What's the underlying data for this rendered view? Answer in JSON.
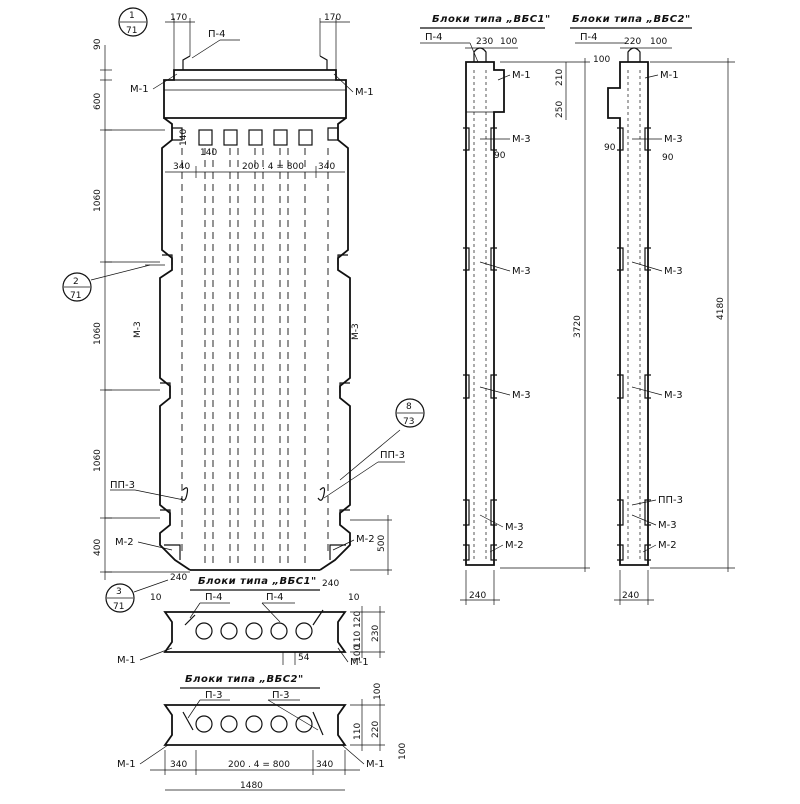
{
  "titles": {
    "vbs1_side": "Блоки типа „ВБС1\"",
    "vbs2_side": "Блоки типа „ВБС2\"",
    "vbs1_plan": "Блоки типа „ВБС1\"",
    "vbs2_plan": "Блоки типа „ВБС2\""
  },
  "callouts": {
    "c1_num": "1",
    "c1_sheet": "71",
    "c2_num": "2",
    "c2_sheet": "71",
    "c3_num": "3",
    "c3_sheet": "71",
    "c8_num": "8",
    "c8_sheet": "73"
  },
  "labels": {
    "m1": "М-1",
    "m2": "М-2",
    "m3": "М-3",
    "p4": "П-4",
    "p3": "П-3",
    "pp3": "ПП-3"
  },
  "dims": {
    "d170": "170",
    "d90": "90",
    "d600": "600",
    "d1060": "1060",
    "d400": "400",
    "d140": "140",
    "d340": "340",
    "d200x4": "200 . 4 = 800",
    "d240": "240",
    "d230": "230",
    "d100": "100",
    "d210": "210",
    "d250": "250",
    "d3720": "3720",
    "d220": "220",
    "d4180": "4180",
    "d10": "10",
    "d500": "500",
    "d120": "120",
    "d110": "110",
    "d54": "54",
    "d1480": "1480",
    "d200x4b": "200 . 4 = 800"
  }
}
